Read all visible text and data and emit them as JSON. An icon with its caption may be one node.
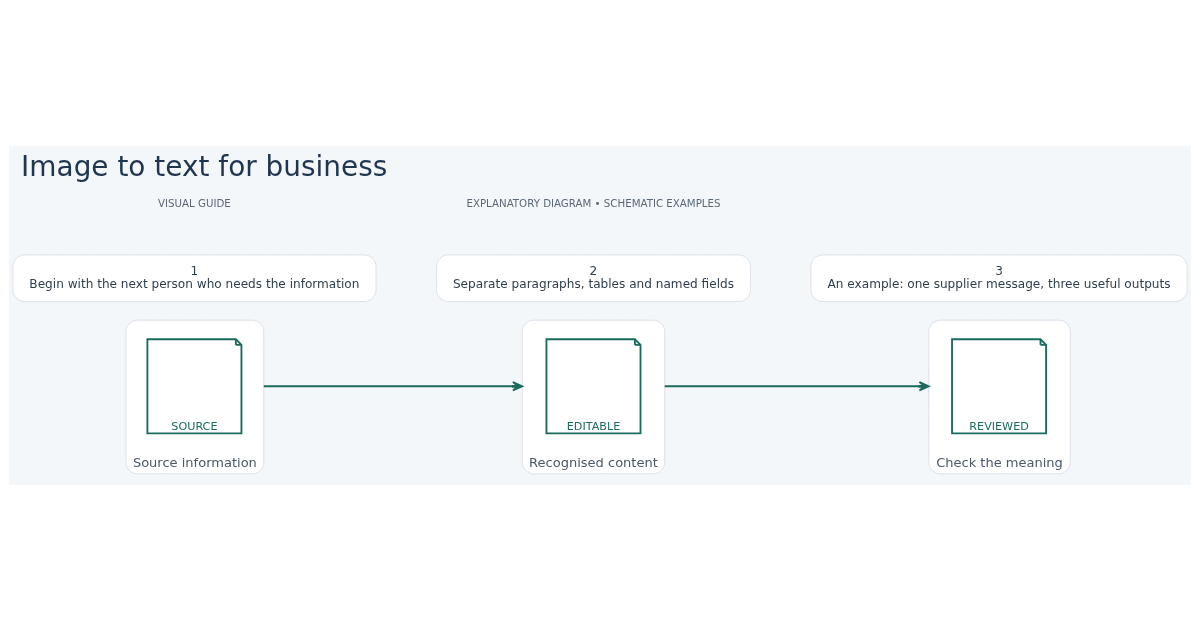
{
  "diagram": {
    "title": "Image to text for business",
    "nodes": [
      {
        "text": [
          "Source information"
        ]
      },
      {
        "text": [
          "SOURCE"
        ],
        "in": 0
      },
      {
        "text": [
          "Recognised content"
        ]
      },
      {
        "text": [
          "EDITABLE"
        ],
        "in": 2
      },
      {
        "text": [
          "Check the meaning"
        ]
      },
      {
        "text": [
          "REVIEWED"
        ],
        "in": 4
      },
      {
        "text": [
          "1",
          "Begin with the next person who needs the information"
        ]
      },
      {
        "text": [
          "2",
          "Separate paragraphs, tables and named fields"
        ]
      },
      {
        "text": [
          "3",
          "An example: one supplier message, three useful outputs"
        ]
      }
    ],
    "edges": [
      {
        "from": 0,
        "to": 2,
        "arrow": "to"
      },
      {
        "from": 2,
        "to": 4,
        "arrow": "to"
      }
    ],
    "labels": [
      "VISUAL GUIDE",
      "EXPLANATORY DIAGRAM • SCHEMATIC EXAMPLES"
    ]
  }
}
